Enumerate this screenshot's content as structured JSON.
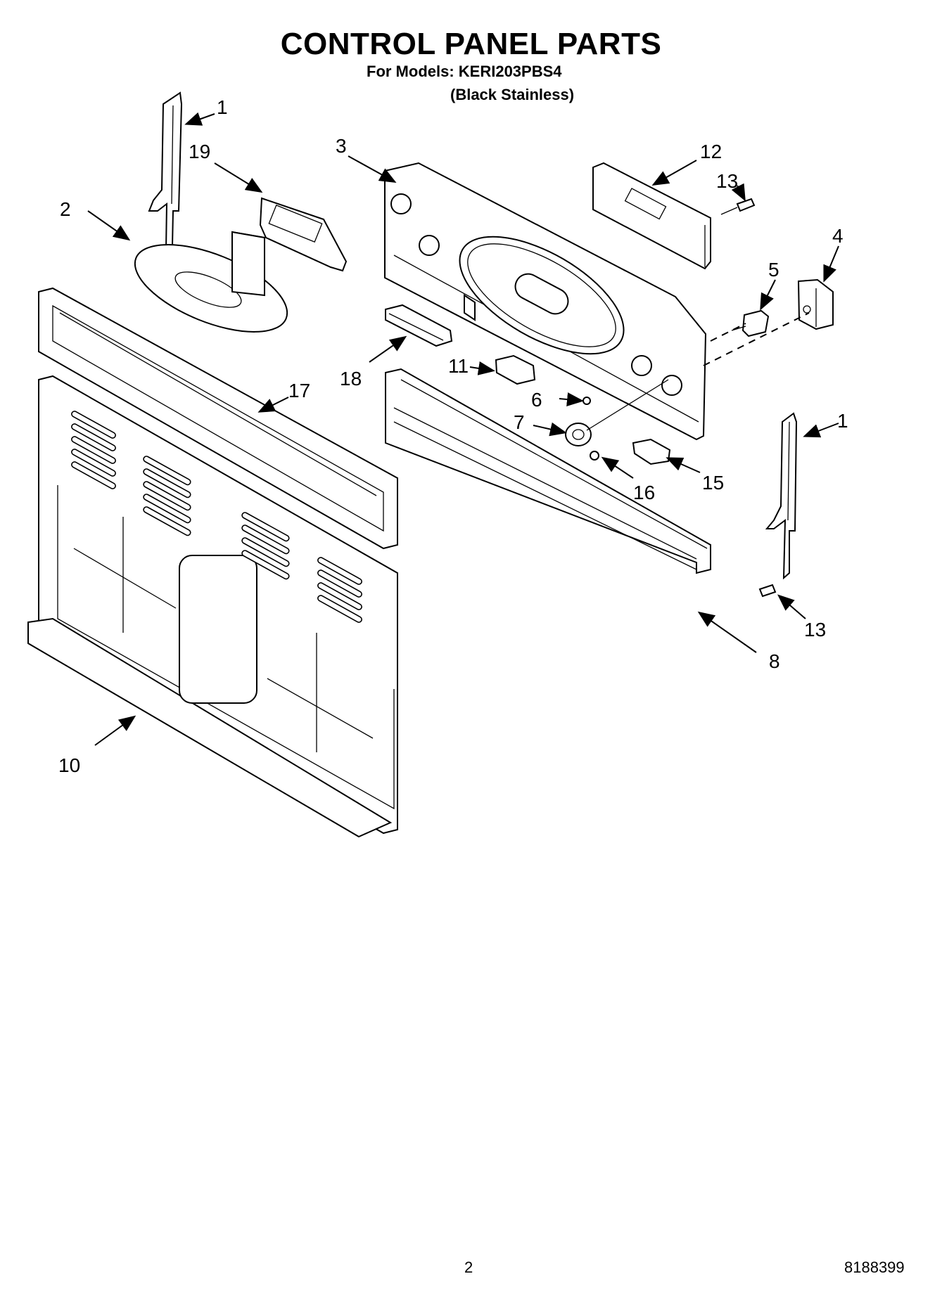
{
  "header": {
    "title": "CONTROL PANEL PARTS",
    "models_line": "For Models: KERI203PBS4",
    "finish_line": "(Black Stainless)"
  },
  "callouts": {
    "c1a": "1",
    "c19": "19",
    "c2": "2",
    "c3": "3",
    "c12": "12",
    "c13a": "13",
    "c4": "4",
    "c5": "5",
    "c18": "18",
    "c11": "11",
    "c6": "6",
    "c7": "7",
    "c17": "17",
    "c1b": "1",
    "c16": "16",
    "c15": "15",
    "c13b": "13",
    "c8": "8",
    "c10": "10"
  },
  "footer": {
    "page_number": "2",
    "document_number": "8188399"
  }
}
